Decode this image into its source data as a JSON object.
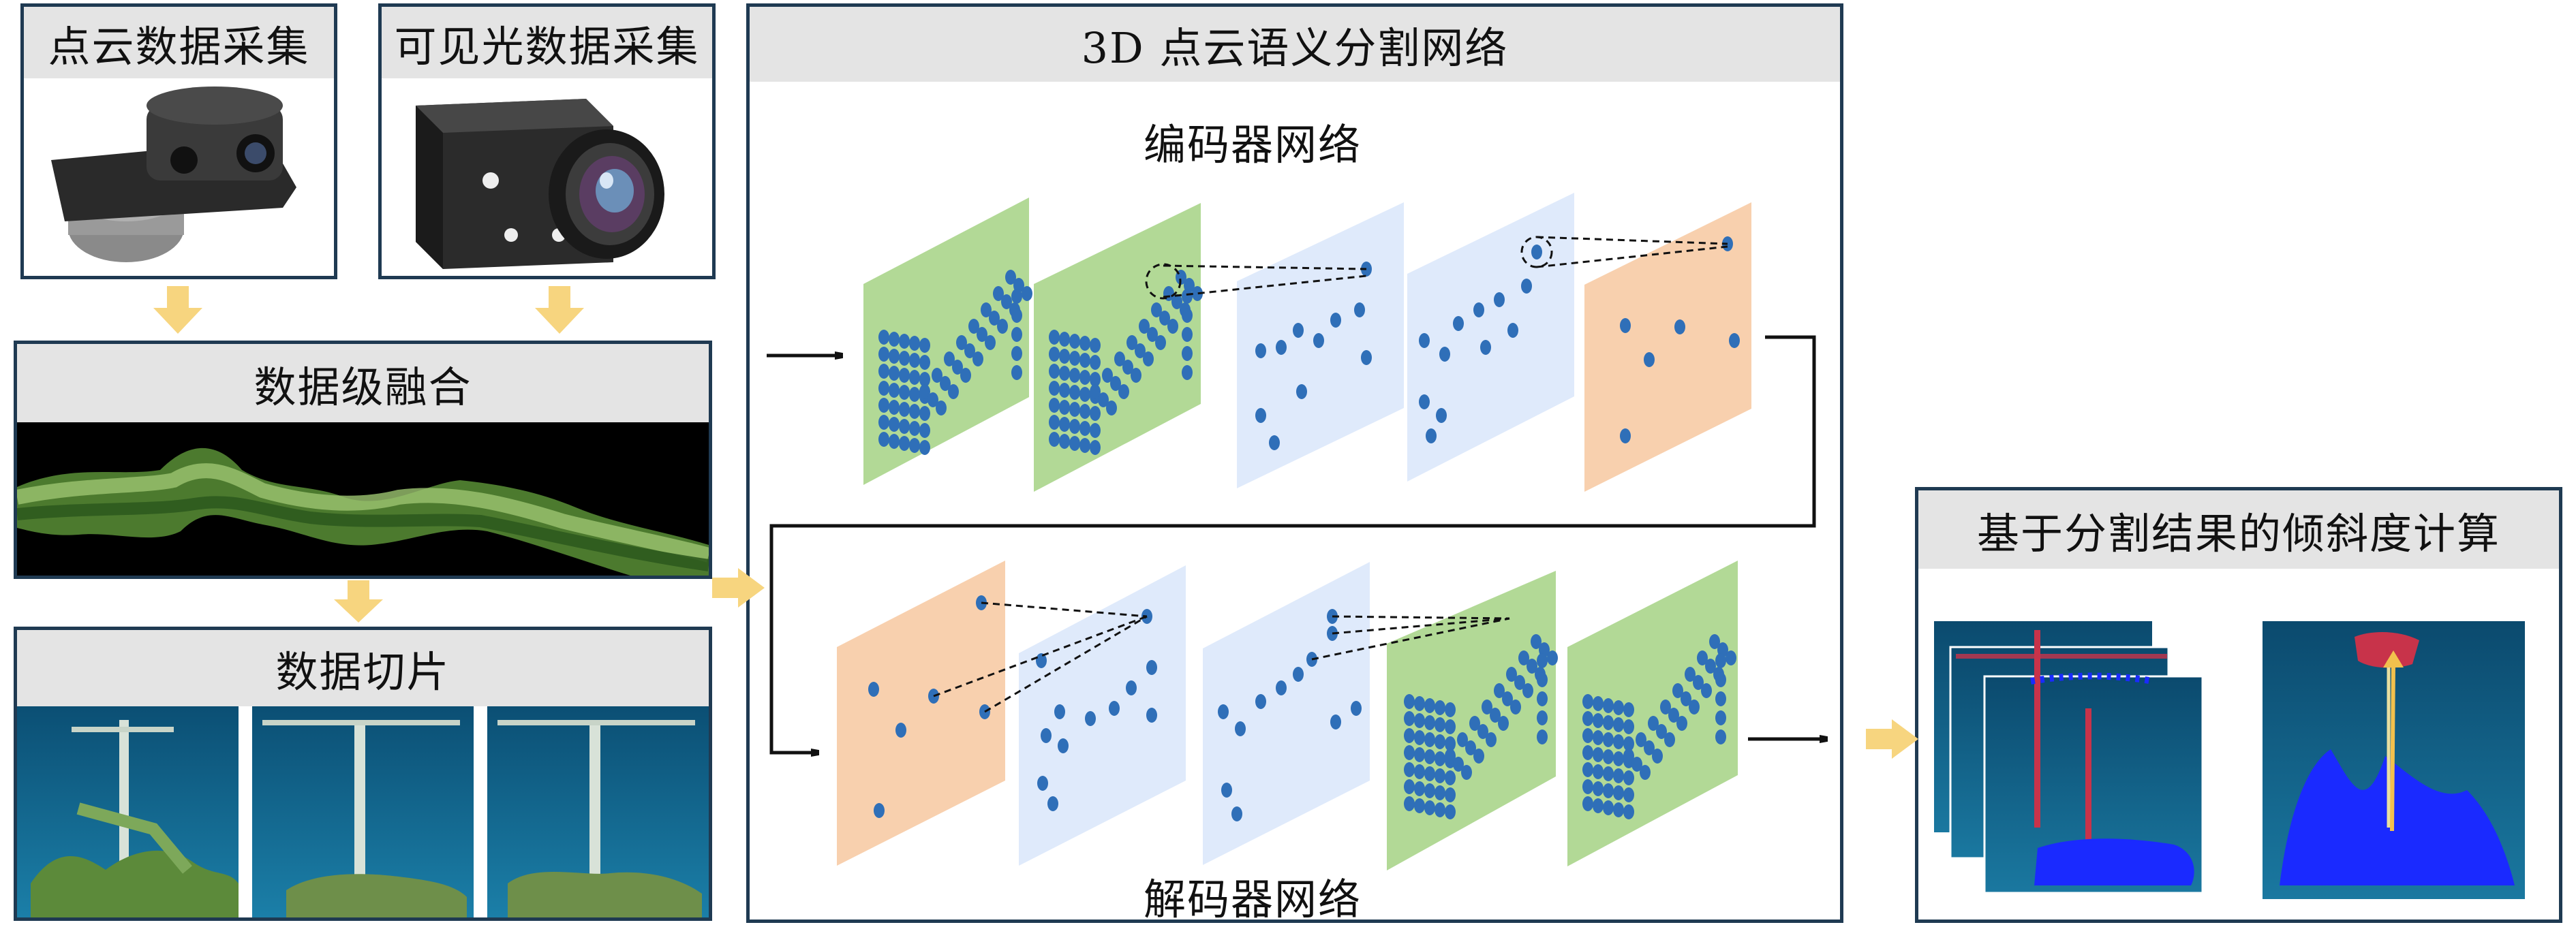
{
  "blocks": {
    "pointcloud_collect": "点云数据采集",
    "visible_collect": "可见光数据采集",
    "data_fusion": "数据级融合",
    "data_slicing": "数据切片",
    "segmentation_network": "3D 点云语义分割网络",
    "encoder": "编码器网络",
    "decoder": "解码器网络",
    "tilt_calc": "基于分割结果的倾斜度计算"
  },
  "colors": {
    "frame": "#1f3a52",
    "header_bg": "#e4e4e4",
    "green_plane": "#b2d996",
    "blue_plane": "#dfeafb",
    "orange_plane": "#f8d0ae",
    "dot": "#2f6fb8",
    "flow_arrow": "#f7d57f",
    "black_arrow": "#111111"
  }
}
